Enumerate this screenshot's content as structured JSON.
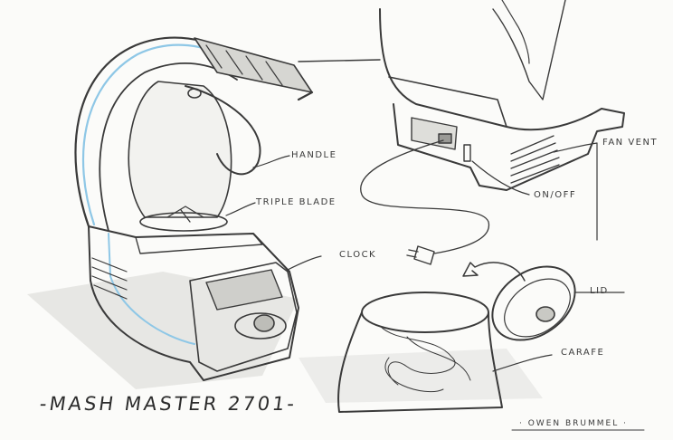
{
  "title": "-MASH MASTER 2701-",
  "signature": "· OWEN BRUMMEL ·",
  "callouts": {
    "handle": "HANDLE",
    "triple_blade": "TRIPLE BLADE",
    "clock": "CLOCK",
    "fan_vent": "FAN VENT",
    "on_off": "ON/OFF",
    "lid": "LID",
    "carafe": "CARAFE"
  },
  "colors": {
    "pencil": "#3a3a3a",
    "accent_blue": "#8ec7e6",
    "paper": "#fbfbf9"
  }
}
